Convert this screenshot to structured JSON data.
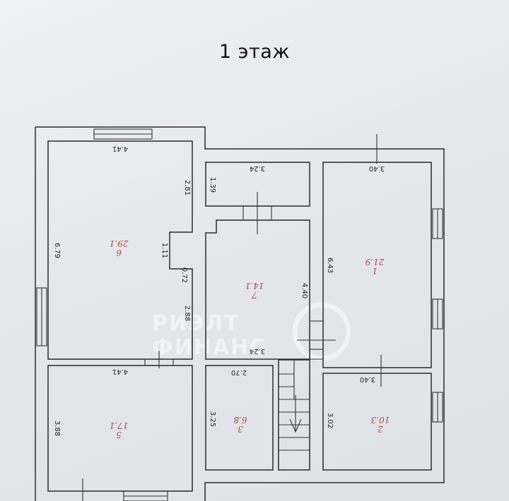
{
  "title": "1 этаж",
  "watermark": {
    "line1": "РИЭЛТ",
    "line2": "ФИНАНС"
  },
  "rooms": [
    {
      "id": "r6",
      "number": "6",
      "area": "29.1"
    },
    {
      "id": "r7",
      "number": "7",
      "area": "14.1"
    },
    {
      "id": "r1",
      "number": "1",
      "area": "21.9"
    },
    {
      "id": "r5",
      "number": "5",
      "area": "17.1"
    },
    {
      "id": "r3",
      "number": "3",
      "area": "6.8"
    },
    {
      "id": "r2",
      "number": "2",
      "area": "10.3"
    }
  ],
  "dimensions": {
    "r6_width": "4.41",
    "r6_length": "6.79",
    "r6_right_upper": "2.81",
    "r6_notch_depth": "1.11",
    "r6_notch_width": "0.72",
    "r6_right_lower": "2.88",
    "small_width": "3.24",
    "small_depth": "1.39",
    "r7_depth": "4.40",
    "r7_width": "3.24",
    "r1_width": "3.40",
    "r1_length": "6.43",
    "r5_width": "4.41",
    "r5_length": "3.88",
    "r3_width": "2.70",
    "r3_length": "3.25",
    "r2_width": "3.40",
    "r2_length": "3.02"
  },
  "colors": {
    "walls": "#2b2b2b",
    "room_labels": "#b04848"
  }
}
